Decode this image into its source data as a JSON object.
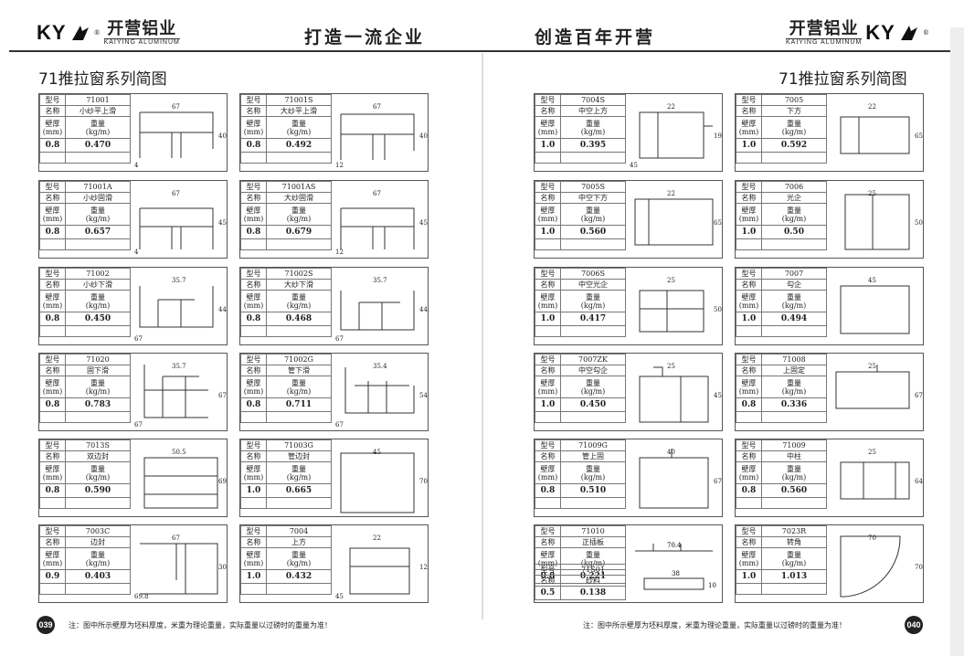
{
  "header": {
    "left_logo": {
      "latin": "KY",
      "registered": "®",
      "name": "开营铝业",
      "sub": "KAIYING ALUMINUM"
    },
    "slogan_left": "打造一流企业",
    "slogan_right": "创造百年开营",
    "right_logo": {
      "latin": "KY",
      "registered": "®",
      "name": "开营铝业",
      "sub": "KAIYING ALUMINUM"
    }
  },
  "page_titles": {
    "left": "71推拉窗系列简图",
    "right": "71推拉窗系列简图"
  },
  "labels": {
    "model": "型号",
    "name": "名称",
    "wall": "壁厚",
    "wall_unit": "(mm)",
    "weight": "重量",
    "weight_unit": "(kg/m)"
  },
  "profiles": [
    {
      "model": "71001",
      "name": "小纱平上滑",
      "wall": "0.8",
      "weight": "0.470",
      "dims": [
        "67",
        "40",
        "4"
      ]
    },
    {
      "model": "71001S",
      "name": "大纱平上滑",
      "wall": "0.8",
      "weight": "0.492",
      "dims": [
        "67",
        "40",
        "12"
      ]
    },
    {
      "model": "71001A",
      "name": "小纱固滑",
      "wall": "0.8",
      "weight": "0.657",
      "dims": [
        "67",
        "45",
        "4"
      ]
    },
    {
      "model": "71001AS",
      "name": "大纱固滑",
      "wall": "0.8",
      "weight": "0.679",
      "dims": [
        "67",
        "45",
        "12"
      ]
    },
    {
      "model": "71002",
      "name": "小纱下滑",
      "wall": "0.8",
      "weight": "0.450",
      "dims": [
        "35.7",
        "44.5",
        "67"
      ]
    },
    {
      "model": "71002S",
      "name": "大纱下滑",
      "wall": "0.8",
      "weight": "0.468",
      "dims": [
        "35.7",
        "44.5",
        "67"
      ]
    },
    {
      "model": "71020",
      "name": "固下滑",
      "wall": "0.8",
      "weight": "0.783",
      "dims": [
        "35.7",
        "67.5",
        "67"
      ]
    },
    {
      "model": "71002G",
      "name": "管下滑",
      "wall": "0.8",
      "weight": "0.711",
      "dims": [
        "35.4",
        "54",
        "67"
      ]
    },
    {
      "model": "7013S",
      "name": "双边封",
      "wall": "0.8",
      "weight": "0.590",
      "dims": [
        "50.5",
        "69.6"
      ]
    },
    {
      "model": "71003G",
      "name": "管边封",
      "wall": "1.0",
      "weight": "0.665",
      "dims": [
        "45",
        "70"
      ]
    },
    {
      "model": "7003C",
      "name": "边封",
      "wall": "0.9",
      "weight": "0.403",
      "dims": [
        "67",
        "30",
        "69.8"
      ]
    },
    {
      "model": "7004",
      "name": "上方",
      "wall": "1.0",
      "weight": "0.432",
      "dims": [
        "22",
        "12.6",
        "45"
      ]
    },
    {
      "model": "7004S",
      "name": "中空上方",
      "wall": "1.0",
      "weight": "0.395",
      "dims": [
        "22",
        "19",
        "45"
      ]
    },
    {
      "model": "7005",
      "name": "下方",
      "wall": "1.0",
      "weight": "0.592",
      "dims": [
        "22",
        "65"
      ]
    },
    {
      "model": "7005S",
      "name": "中空下方",
      "wall": "1.0",
      "weight": "0.560",
      "dims": [
        "22",
        "65"
      ]
    },
    {
      "model": "7006",
      "name": "光企",
      "wall": "1.0",
      "weight": "0.50",
      "dims": [
        "25",
        "50"
      ]
    },
    {
      "model": "7006S",
      "name": "中空光企",
      "wall": "1.0",
      "weight": "0.417",
      "dims": [
        "25",
        "50"
      ]
    },
    {
      "model": "7007",
      "name": "勾企",
      "wall": "1.0",
      "weight": "0.494",
      "dims": [
        "45"
      ]
    },
    {
      "model": "7007ZK",
      "name": "中空勾企",
      "wall": "1.0",
      "weight": "0.450",
      "dims": [
        "25",
        "45"
      ]
    },
    {
      "model": "71008",
      "name": "上固定",
      "wall": "0.8",
      "weight": "0.336",
      "dims": [
        "25",
        "67"
      ]
    },
    {
      "model": "71009G",
      "name": "管上固",
      "wall": "0.8",
      "weight": "0.510",
      "dims": [
        "40",
        "67"
      ]
    },
    {
      "model": "71009",
      "name": "中柱",
      "wall": "0.8",
      "weight": "0.560",
      "dims": [
        "25",
        "64"
      ]
    },
    {
      "model": "7023R",
      "name": "转角",
      "wall": "1.0",
      "weight": "1.013",
      "dims": [
        "70",
        "70"
      ]
    }
  ],
  "split_card": {
    "top": {
      "model": "71010",
      "name": "正插板",
      "wall": "0.8",
      "weight": "0.221",
      "dims": [
        "70.4"
      ]
    },
    "bottom": {
      "model": "71S01",
      "name": "纱料",
      "wall": "0.5",
      "weight": "0.138",
      "dims": [
        "38",
        "10"
      ]
    }
  },
  "footer": {
    "note": "注：图中所示壁厚为坯料厚度，米重为理论重量，实际重量以过磅时的重量为准！",
    "page_left": "039",
    "page_right": "040"
  }
}
